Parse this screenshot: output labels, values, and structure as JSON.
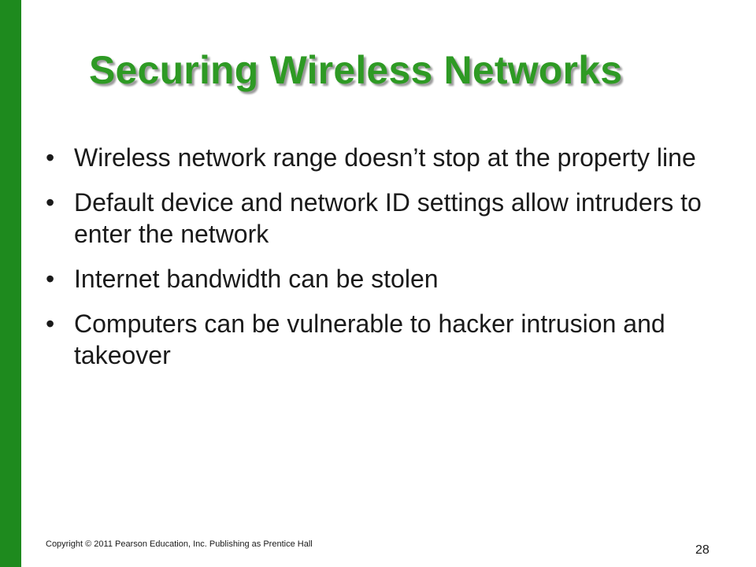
{
  "slide": {
    "title": "Securing Wireless Networks",
    "bullets": [
      {
        "text": "Wireless network range doesn’t stop at the property line"
      },
      {
        "text": "Default device and network ID settings allow intruders to enter the network"
      },
      {
        "text": "Internet bandwidth can be stolen"
      },
      {
        "text": "Computers can be vulnerable to hacker intrusion and takeover"
      }
    ],
    "bullet_glyph": "•",
    "footer": "Copyright © 2011 Pearson Education, Inc. Publishing as Prentice Hall",
    "page_number": "28"
  },
  "colors": {
    "accent_bar": "#1e8a1e",
    "title": "#2e9a24",
    "text": "#1a1a1a",
    "background": "#ffffff"
  }
}
